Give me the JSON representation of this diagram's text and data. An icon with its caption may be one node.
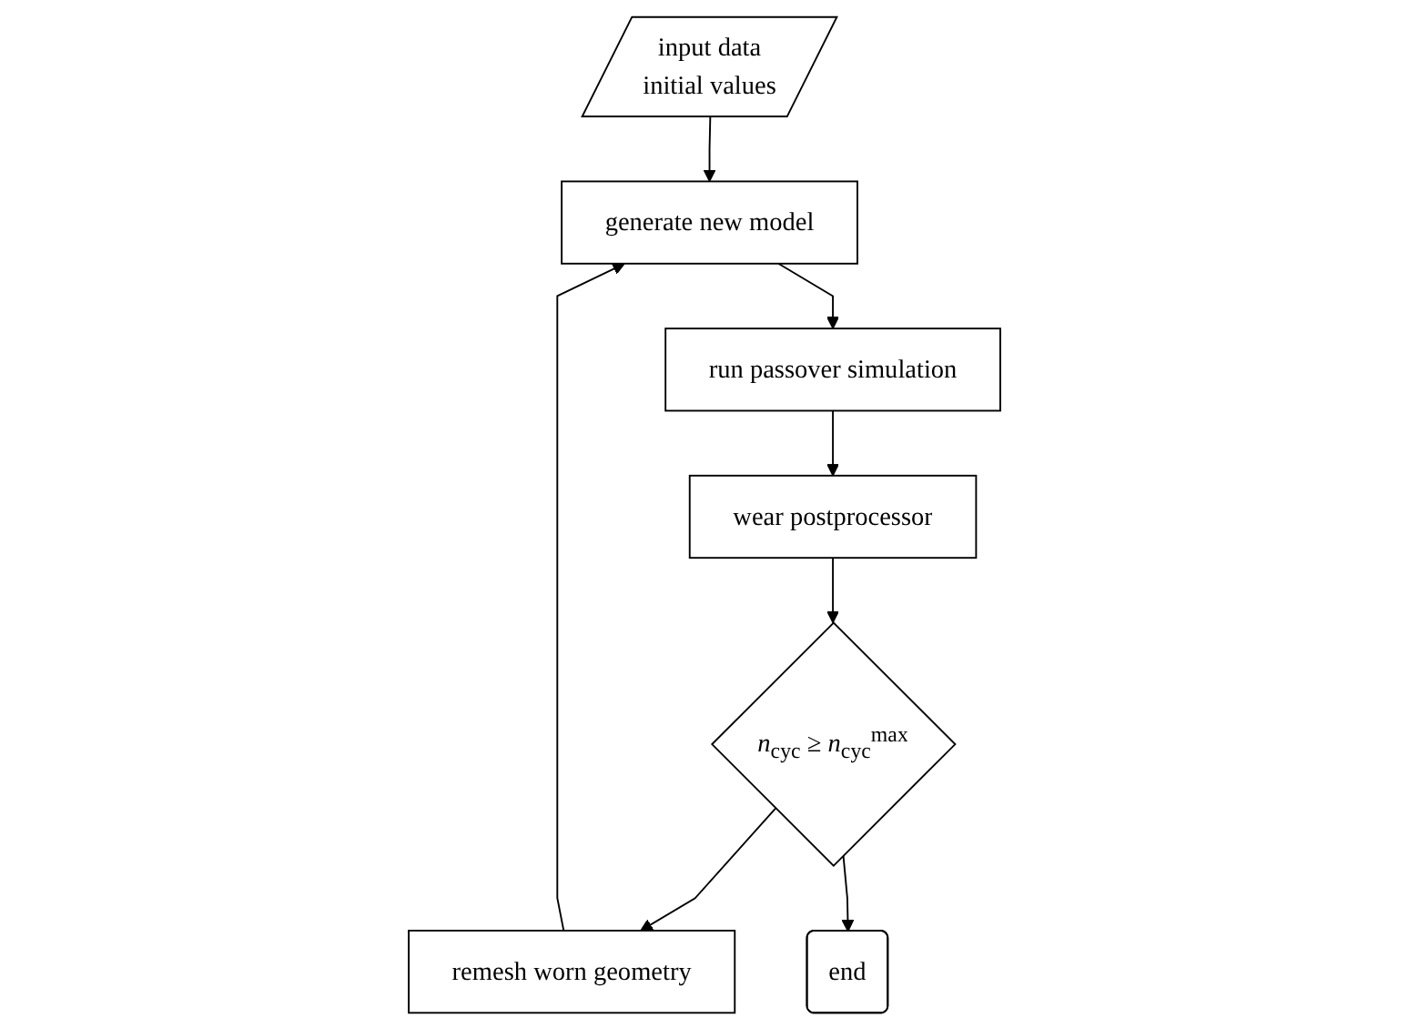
{
  "diagram": {
    "nodes": [
      {
        "text": [
          "input data",
          "initial values"
        ]
      },
      {
        "text": [
          "generate new model"
        ]
      },
      {
        "text": [
          "run passover simulation"
        ]
      },
      {
        "text": [
          "remesh worn geometry"
        ]
      },
      {
        "text": [
          "wear postprocessor"
        ]
      },
      {
        "text": [
          "*n*$_{cyc}$ ≥ *n*$_{cyc}$$^{max}$"
        ]
      },
      {
        "text": [
          "end"
        ]
      }
    ],
    "edges": [
      {
        "from": 0,
        "to": 1,
        "arrow": "to"
      },
      {
        "from": 1,
        "to": 2,
        "arrow": "to"
      },
      {
        "from": 2,
        "to": 4,
        "arrow": "to"
      },
      {
        "from": 4,
        "to": 5,
        "arrow": "to"
      },
      {
        "from": 5,
        "to": 3,
        "arrow": "to"
      },
      {
        "from": 3,
        "to": 1,
        "arrow": "to"
      },
      {
        "from": 5,
        "to": 6,
        "arrow": "to"
      }
    ]
  }
}
